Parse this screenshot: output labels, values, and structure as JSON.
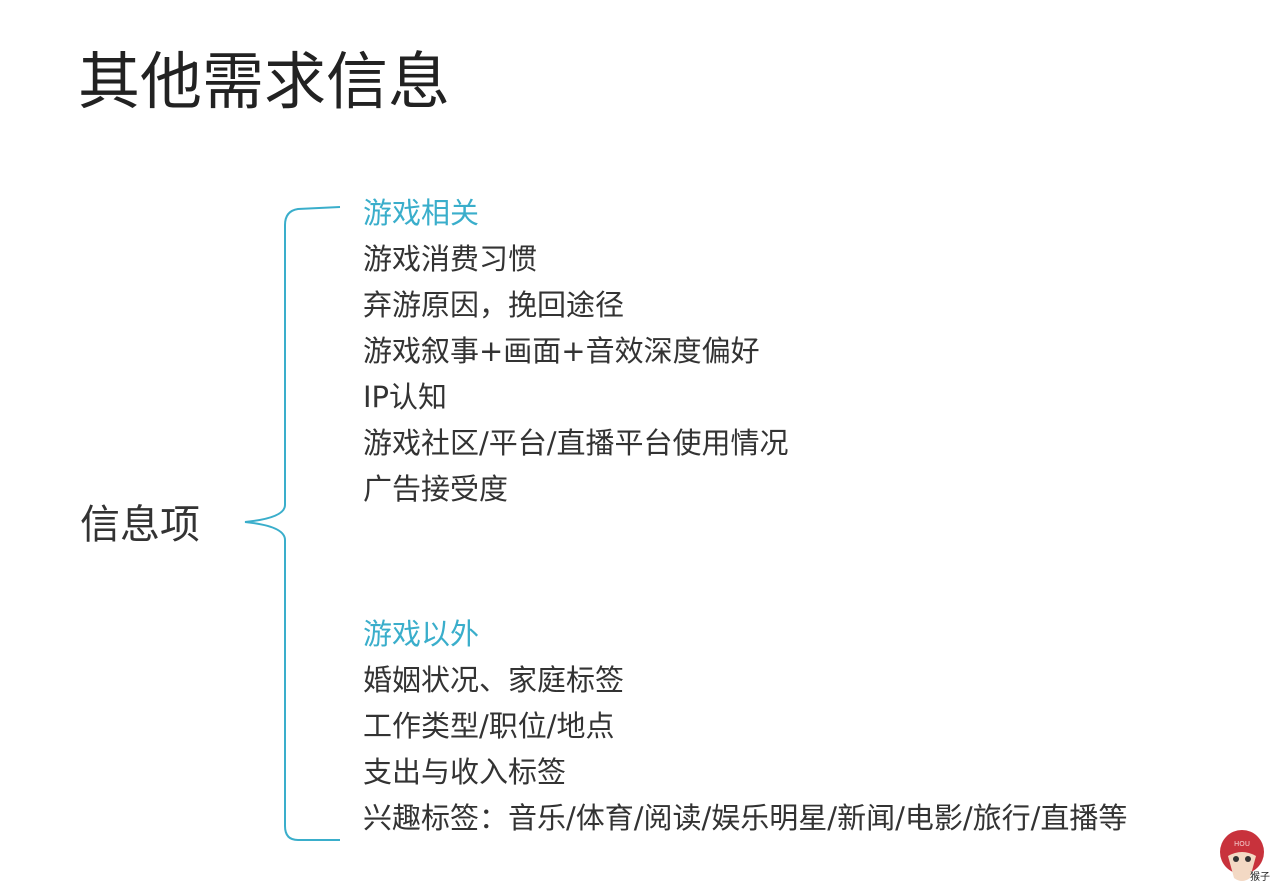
{
  "title": "其他需求信息",
  "label": "信息项",
  "groups": [
    {
      "heading": "游戏相关",
      "items": [
        "游戏消费习惯",
        "弃游原因，挽回途径",
        "游戏叙事+画面+音效深度偏好",
        "IP认知",
        "游戏社区/平台/直播平台使用情况",
        "广告接受度"
      ]
    },
    {
      "heading": "游戏以外",
      "items": [
        "婚姻状况、家庭标签",
        "工作类型/职位/地点",
        "支出与收入标签",
        "兴趣标签：音乐/体育/阅读/娱乐明星/新闻/电影/旅行/直播等"
      ]
    }
  ],
  "logo_text": "猴子",
  "logo_badge": "HOU",
  "accent_color": "#3aaecb"
}
